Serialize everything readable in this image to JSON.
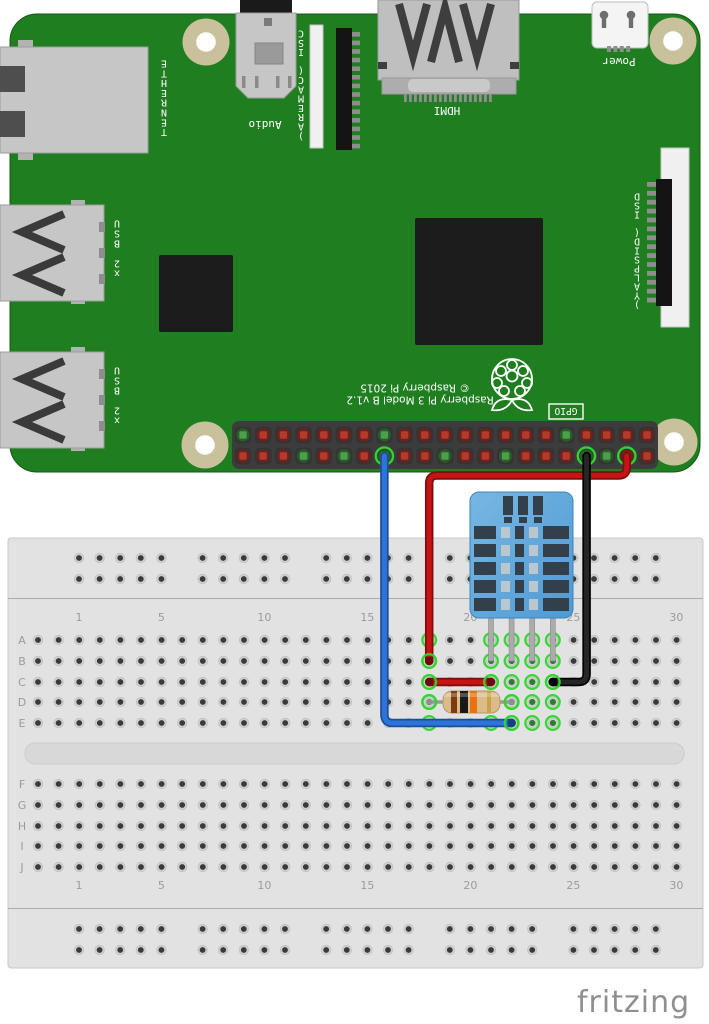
{
  "pi_board": {
    "pcb_color": "#1F7E1F",
    "labels": {
      "ethernet": "ETHERNET",
      "usb_top": "USB 2x",
      "usb_bottom": "USB 2x",
      "audio": "Audio",
      "csi": "CSI (CAMERA)",
      "hdmi": "HDMI",
      "power": "Power",
      "dsi": "DSI (DISPLAY)",
      "gpio": "GPIO",
      "board_name": "Raspberry Pi 3 Model B v1.2",
      "copyright": "© Raspberry Pi 2015"
    },
    "gpio_header": {
      "pin_colors": {
        "red": "#B23B2C",
        "green": "#4F9E4F"
      },
      "top_row": [
        "green",
        "red",
        "red",
        "red",
        "red",
        "red",
        "red",
        "green",
        "red",
        "red",
        "red",
        "red",
        "red",
        "red",
        "red",
        "red",
        "green",
        "red",
        "red",
        "red",
        "red"
      ],
      "bottom_row": [
        "red",
        "red",
        "red",
        "green",
        "red",
        "green",
        "red",
        "green",
        "red",
        "red",
        "green",
        "red",
        "red",
        "green",
        "red",
        "red",
        "red",
        "green",
        "green",
        "red",
        "red"
      ],
      "wire_attachments": [
        {
          "row": "bottom",
          "pin_index": 7,
          "wire": "blue"
        },
        {
          "row": "bottom",
          "pin_index": 17,
          "wire": "black"
        },
        {
          "row": "bottom",
          "pin_index": 19,
          "wire": "red"
        }
      ]
    }
  },
  "breadboard": {
    "body_color": "#E2E2E2",
    "row_letters_top": [
      "A",
      "B",
      "C",
      "D",
      "E"
    ],
    "row_letters_bottom": [
      "F",
      "G",
      "H",
      "I",
      "J"
    ],
    "column_labels": [
      "1",
      "5",
      "10",
      "15",
      "20",
      "25",
      "30"
    ],
    "label_columns": [
      1,
      5,
      10,
      15,
      20,
      25,
      30
    ],
    "connection_highlight_color": "#2FD52F",
    "highlighted_columns": [
      18,
      21,
      22,
      23,
      24
    ]
  },
  "components": {
    "dht11": {
      "name": "DHT11 humidity temperature sensor",
      "body_color": "#57A2DA",
      "pin_columns": [
        21,
        22,
        23,
        24
      ]
    },
    "resistor": {
      "name": "pull-up resistor",
      "body_color": "#D9BC8A",
      "band_colors": [
        "#7B3D10",
        "#1A1A1A",
        "#E8720E",
        "#C7A34A"
      ],
      "connects": [
        "D18",
        "D22"
      ]
    },
    "wires": [
      {
        "name": "red power wire",
        "color": "#C41414",
        "from": "GPIO header",
        "to": "breadboard B18"
      },
      {
        "name": "red jumper",
        "color": "#C41414",
        "from": "breadboard C18",
        "to": "breadboard C21"
      },
      {
        "name": "black ground wire",
        "color": "#1C1C1C",
        "from": "GPIO header",
        "to": "breadboard C24"
      },
      {
        "name": "blue data wire",
        "color": "#2E74D8",
        "from": "GPIO header",
        "to": "breadboard E22"
      }
    ]
  },
  "watermark": {
    "text": "fritzing",
    "color": "#8F8F8F"
  }
}
